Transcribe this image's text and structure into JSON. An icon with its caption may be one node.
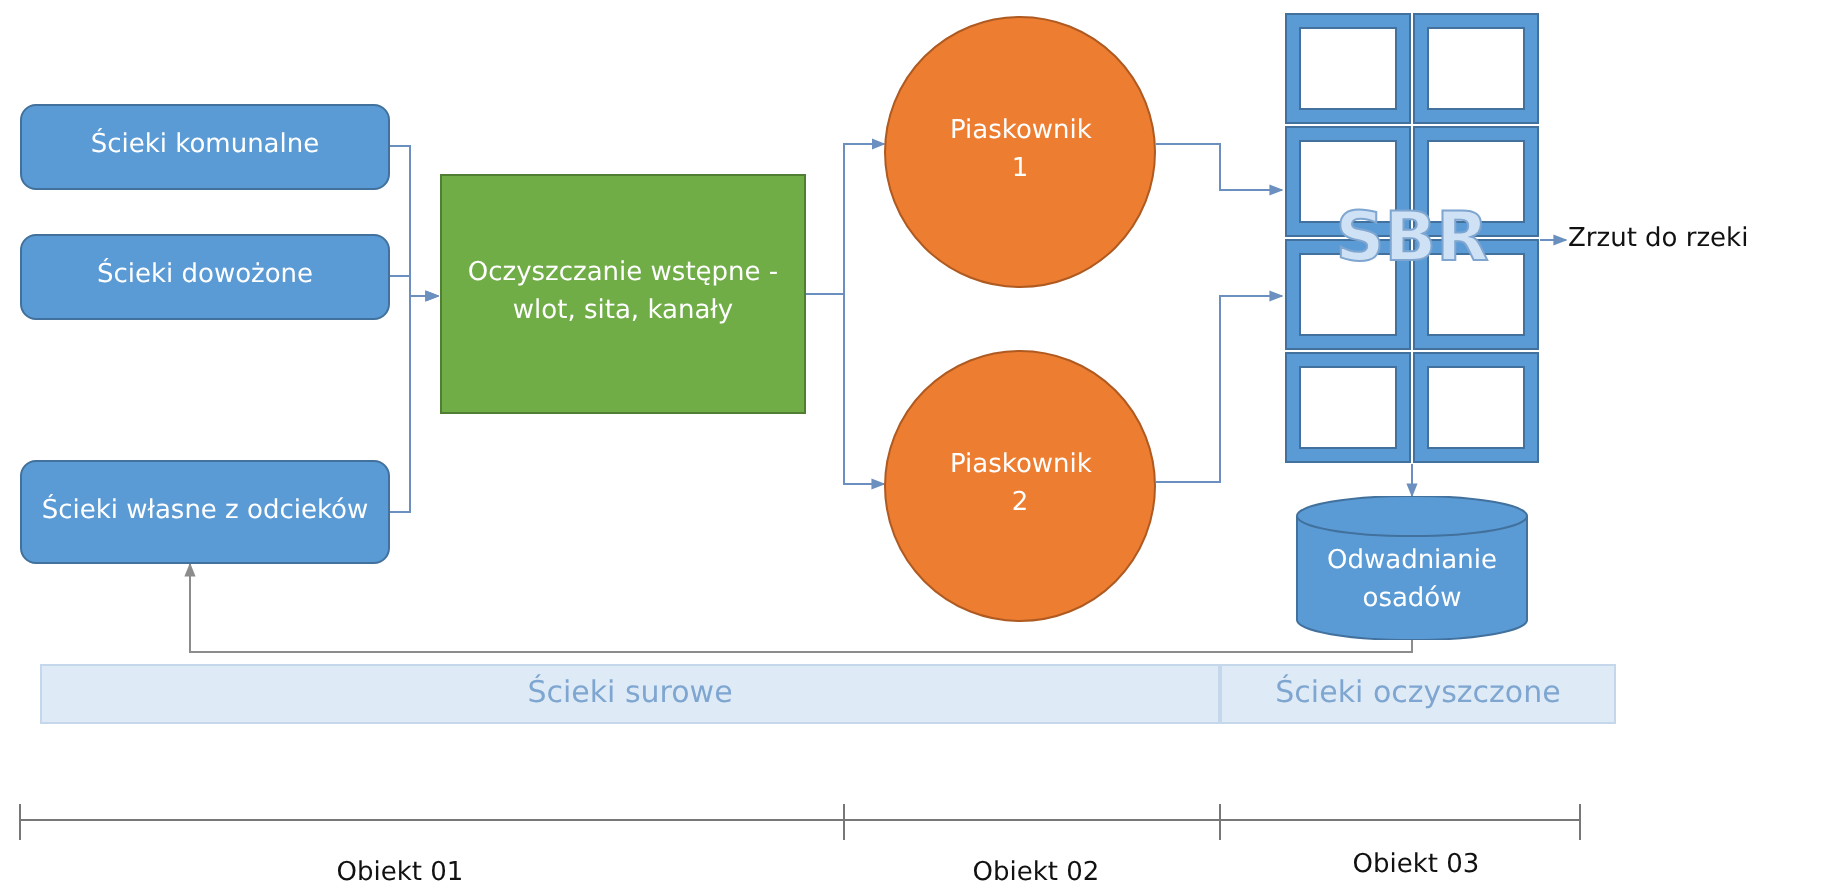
{
  "diagram": {
    "nodes": [
      {
        "text": [
          "Ścieki komunalne"
        ]
      },
      {
        "text": [
          "Ścieki dowożone"
        ]
      },
      {
        "text": [
          "Ścieki własne z odcieków"
        ]
      },
      {
        "text": [
          "Oczyszczanie wstępne - wlot, sita, kanały"
        ]
      },
      {
        "text": [
          "Piaskownik 1"
        ]
      },
      {
        "text": [
          "Piaskownik 2"
        ]
      },
      {
        "text": [
          "SBR"
        ]
      },
      {
        "text": [
          "Zrzut do rzeki"
        ]
      },
      {
        "text": [
          "Odwadnianie osadów"
        ]
      },
      {
        "text": [
          "Ścieki surowe"
        ]
      },
      {
        "text": [
          "Ścieki oczyszczone"
        ]
      }
    ],
    "edges": [
      {
        "from": 0,
        "to": 3,
        "arrow": "to"
      },
      {
        "from": 1,
        "to": 3,
        "arrow": "to"
      },
      {
        "from": 2,
        "to": 3,
        "arrow": "to"
      },
      {
        "from": 3,
        "to": 4,
        "arrow": "to"
      },
      {
        "from": 3,
        "to": 5,
        "arrow": "to"
      },
      {
        "from": 4,
        "to": 6,
        "arrow": "to"
      },
      {
        "from": 5,
        "to": 6,
        "arrow": "to"
      },
      {
        "from": 6,
        "to": 7,
        "arrow": "to"
      },
      {
        "from": 6,
        "to": 8,
        "arrow": "to"
      },
      {
        "from": 8,
        "to": 2,
        "arrow": "to",
        "color": "#8c8c8c"
      }
    ],
    "labels": [
      "Obiekt 01",
      "Obiekt 02",
      "Obiekt 03"
    ]
  }
}
